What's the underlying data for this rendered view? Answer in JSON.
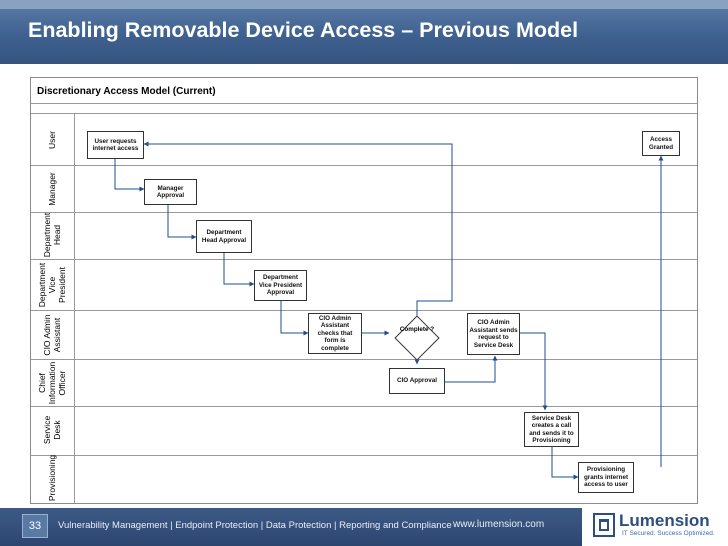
{
  "slide": {
    "title": "Enabling Removable Device Access – Previous Model",
    "model_title": "Discretionary Access Model   (Current)",
    "page_number": "33"
  },
  "lanes": [
    {
      "label_lines": [
        "User"
      ]
    },
    {
      "label_lines": [
        "Manager"
      ]
    },
    {
      "label_lines": [
        "Department",
        "Head"
      ]
    },
    {
      "label_lines": [
        "Department",
        "Vice",
        "President"
      ]
    },
    {
      "label_lines": [
        "CIO Admin",
        "Assistant"
      ]
    },
    {
      "label_lines": [
        "Chief",
        "Information",
        "Officer"
      ]
    },
    {
      "label_lines": [
        "Service",
        "Desk"
      ]
    },
    {
      "label_lines": [
        "Provisioning"
      ]
    }
  ],
  "steps": {
    "user_request": "User requests internet access",
    "access_granted": "Access Granted",
    "manager_approval": "Manager Approval",
    "dept_head_approval": "Department Head Approval",
    "dept_vp_approval": "Department Vice President Approval",
    "cio_admin_checks": "CIO Admin Assistant checks that form is complete",
    "decision_complete": "Complete ?",
    "cio_admin_sends": "CIO Admin Assistant sends request to Service Desk",
    "cio_approval": "CIO Approval",
    "service_desk_call": "Service Desk creates a call and sends it to Provisioning",
    "provisioning_grants": "Provisioning grants internet access to user"
  },
  "footer": {
    "tagline": "Vulnerability Management  |  Endpoint Protection  |  Data Protection  |  Reporting and Compliance",
    "url": "www.lumension.com",
    "logo_name": "Lumension",
    "logo_slogan": "IT Secured. Success Optimized."
  },
  "colors": {
    "title_bar": "#3f6190",
    "footer_bar": "#2c4670",
    "logo_text": "#2c4f7f",
    "connector": "#1f4e8c"
  }
}
